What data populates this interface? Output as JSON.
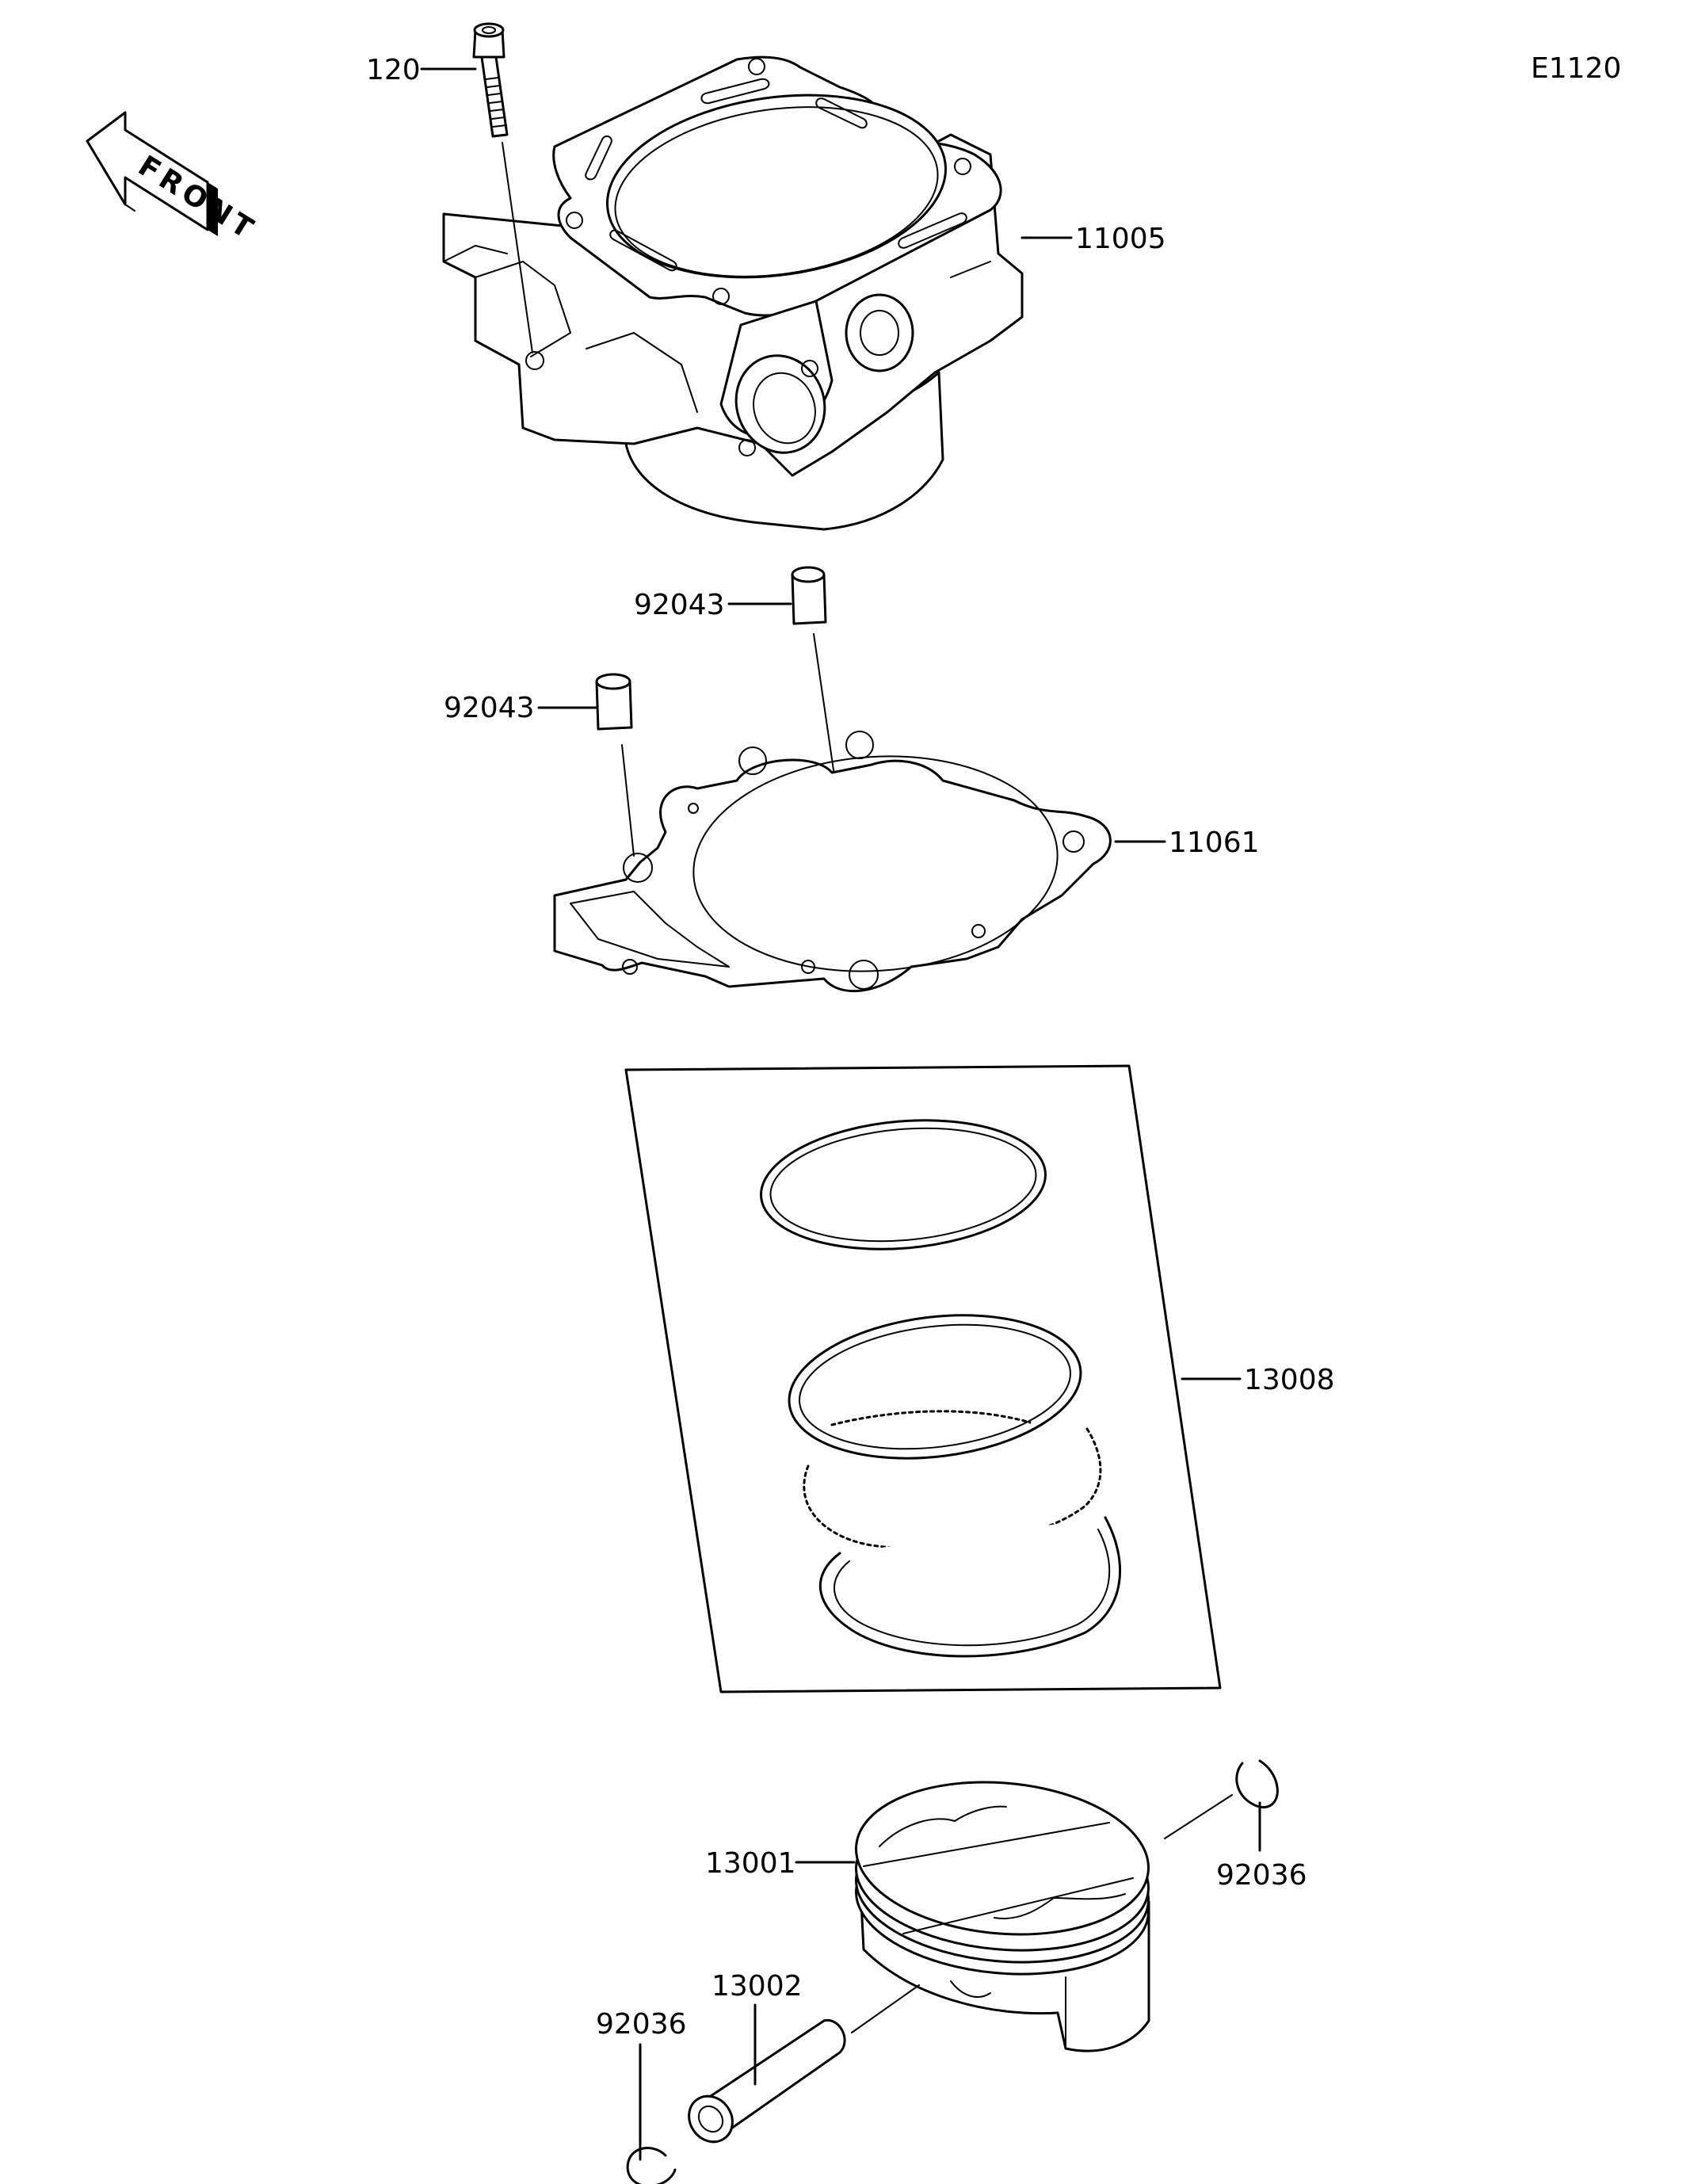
{
  "diagram": {
    "ref_code": "E1120",
    "front_badge": "FRONT",
    "callouts": {
      "bolt": "120",
      "cylinder": "11005",
      "dowel_upper": "92043",
      "dowel_lower": "92043",
      "base_gasket": "11061",
      "ring_set": "13008",
      "piston": "13001",
      "circlip_right": "92036",
      "piston_pin": "13002",
      "circlip_left": "92036"
    }
  }
}
